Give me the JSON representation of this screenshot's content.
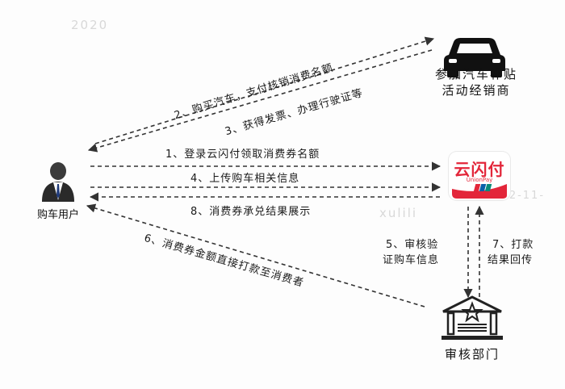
{
  "nodes": {
    "dealer": {
      "line1": "参加汽车补贴",
      "line2": "活动经销商",
      "icon": "car-icon"
    },
    "user": {
      "label": "购车用户",
      "icon": "user-icon"
    },
    "app": {
      "title": "云闪付",
      "subtitle": "UnionPay",
      "icon": "unionpay-logo"
    },
    "audit": {
      "label": "审核部门",
      "icon": "government-building-icon"
    }
  },
  "steps": {
    "s1": "1、登录云闪付领取消费券名额",
    "s2": "2、购买汽车，支付核销消费名额",
    "s3": "3、获得发票、办理行驶证等",
    "s4": "4、上传购车相关信息",
    "s5_line1": "5、审核验",
    "s5_line2": "证购车信息",
    "s6": "6、消费券金额直接打款至消费者",
    "s7_line1": "7、打款",
    "s7_line2": "结果回传",
    "s8": "8、消费券承兑结果展示"
  },
  "watermarks": {
    "w1": "2020",
    "w2": "xulili",
    "w3": "2022-11-"
  },
  "colors": {
    "arrow": "#333333",
    "unionpay_red": "#e3263a",
    "text": "#1a1a1a"
  }
}
